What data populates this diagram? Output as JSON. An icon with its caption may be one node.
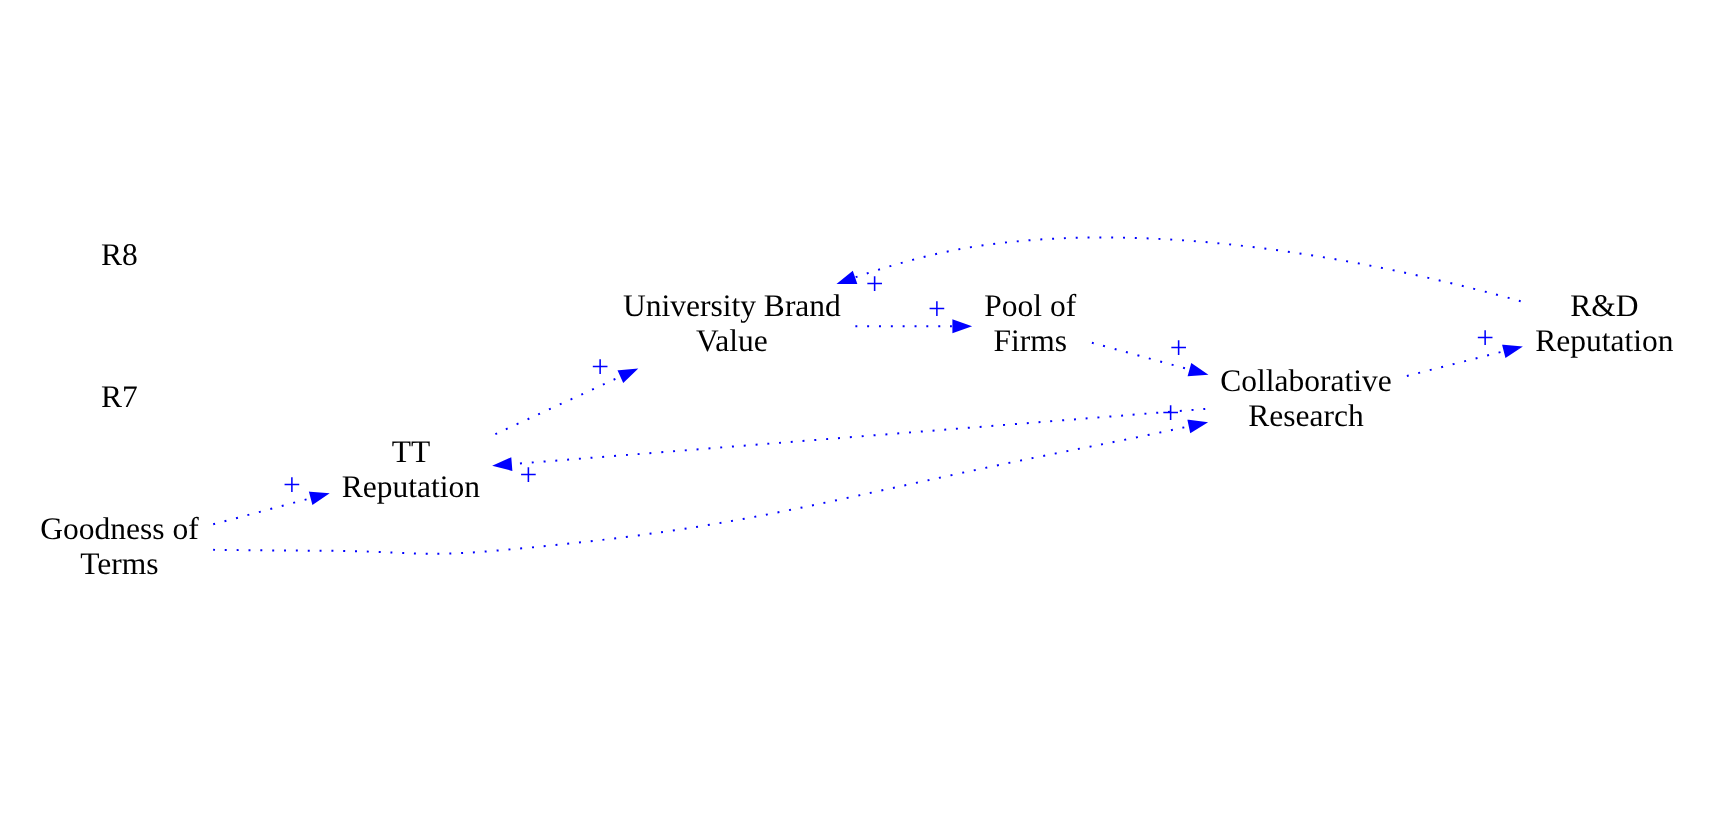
{
  "diagram": {
    "nodes": [
      {
        "text": [
          "TT Reputation"
        ]
      },
      {
        "text": [
          "Collaborative Research"
        ]
      },
      {
        "text": [
          "University Brand Value"
        ]
      },
      {
        "text": [
          "R&D Reputation"
        ]
      },
      {
        "text": [
          "Goodness of Terms"
        ]
      },
      {
        "text": [
          "Pool of Firms"
        ]
      }
    ],
    "edges": [
      {
        "from": 0,
        "to": 2,
        "arrow": "to",
        "label": "+"
      },
      {
        "from": 1,
        "to": 0,
        "arrow": "to",
        "label": "+"
      },
      {
        "from": 1,
        "to": 3,
        "arrow": "to",
        "label": "+"
      },
      {
        "from": 3,
        "to": 2,
        "arrow": "to",
        "label": "+"
      },
      {
        "from": 2,
        "to": 5,
        "arrow": "to",
        "label": "+"
      },
      {
        "from": 5,
        "to": 1,
        "arrow": "to",
        "label": "+"
      },
      {
        "from": 4,
        "to": 0,
        "arrow": "to",
        "label": "+"
      },
      {
        "from": 4,
        "to": 1,
        "arrow": "to",
        "label": "+"
      }
    ],
    "labels": [
      "R7",
      "R8"
    ]
  }
}
